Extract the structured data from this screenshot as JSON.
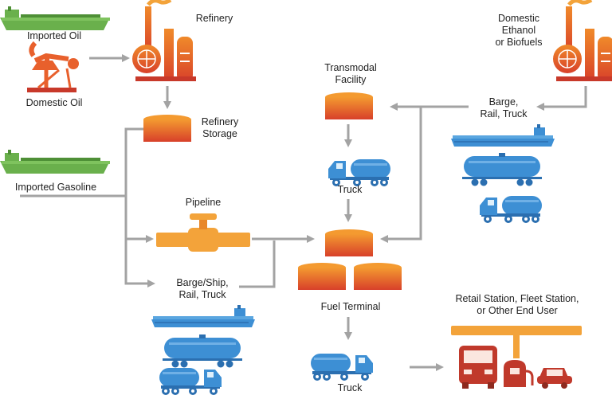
{
  "colors": {
    "ship_green": "#6ab04c",
    "ship_green_dark": "#4e8f36",
    "refinery_orange": "#e8602c",
    "tank_gradient_top": "#f28a2e",
    "tank_gradient_bottom": "#d8432a",
    "pipeline_orange": "#f3a33a",
    "vehicle_blue": "#3d8fd4",
    "vehicle_blue_dark": "#2b6fb0",
    "arrow_gray": "#a3a3a3",
    "retail_brown": "#c0392b"
  },
  "labels": {
    "imported_oil": "Imported Oil",
    "domestic_oil": "Domestic Oil",
    "refinery": "Refinery",
    "refinery_storage": [
      "Refinery",
      "Storage"
    ],
    "imported_gasoline": "Imported Gasoline",
    "pipeline": "Pipeline",
    "barge_ship_rail_truck": [
      "Barge/Ship,",
      "Rail, Truck"
    ],
    "transmodal_facility": [
      "Transmodal",
      "Facility"
    ],
    "truck_top": "Truck",
    "fuel_terminal": "Fuel Terminal",
    "truck_bottom": "Truck",
    "domestic_ethanol": [
      "Domestic",
      "Ethanol",
      "or Biofuels"
    ],
    "barge_rail_truck": [
      "Barge,",
      "Rail, Truck"
    ],
    "retail_station": [
      "Retail Station, Fleet Station,",
      "or Other End User"
    ]
  },
  "icons": [
    "oil-tanker-ship-icon",
    "oil-pump-jack-icon",
    "refinery-icon",
    "storage-tank-icon",
    "gasoline-tanker-ship-icon",
    "pipeline-valve-icon",
    "barge-icon",
    "rail-tank-car-icon",
    "tanker-truck-icon",
    "fuel-terminal-tanks-icon",
    "gas-station-canopy-icon",
    "fleet-truck-icon",
    "fuel-pump-icon",
    "car-icon"
  ]
}
